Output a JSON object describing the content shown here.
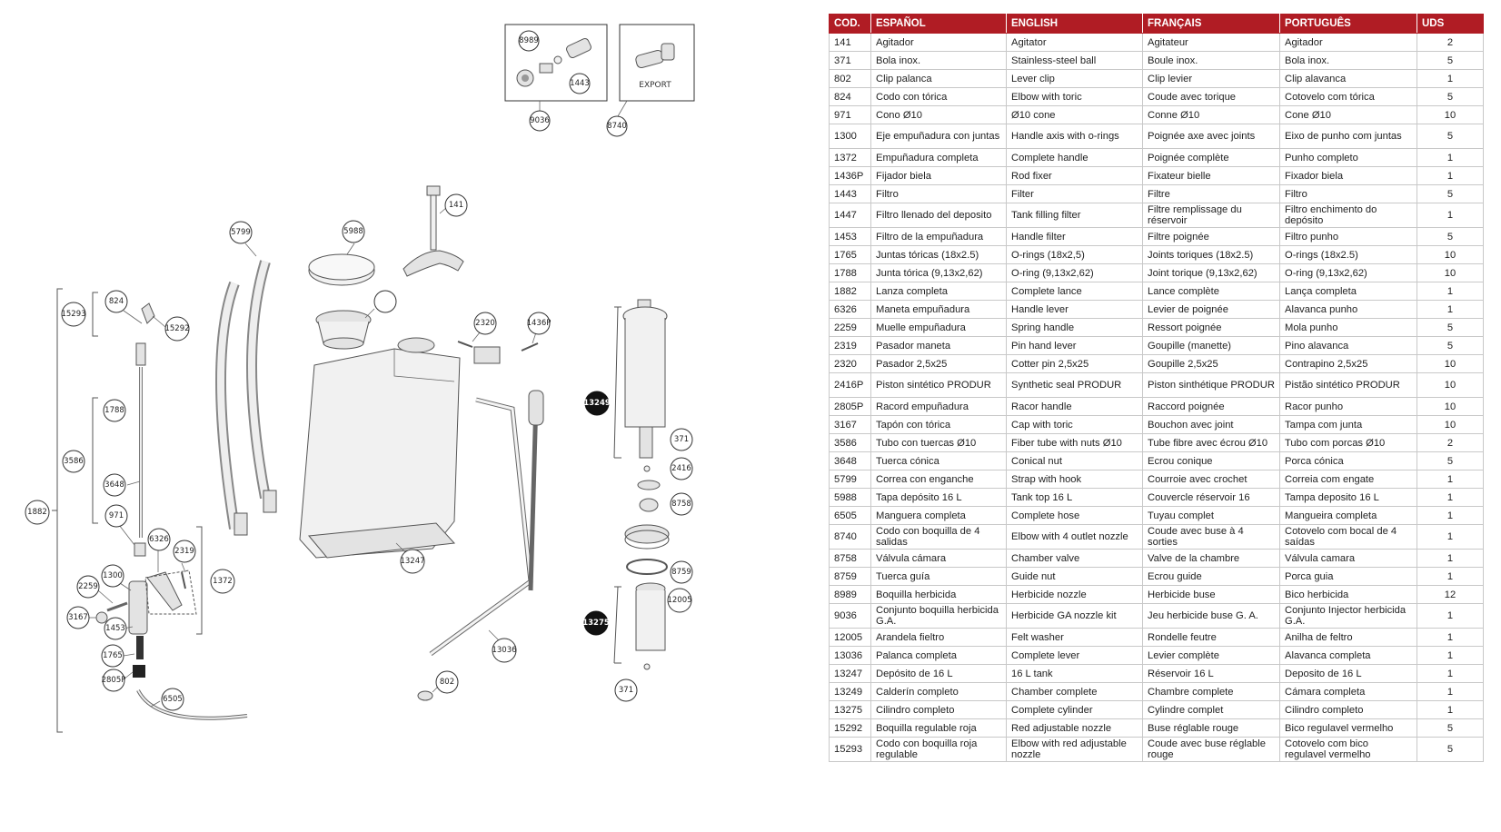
{
  "diagram": {
    "export_label": "EXPORT",
    "callouts": {
      "c8989": "8989",
      "c1443": "1443",
      "c9036": "9036",
      "c8740": "8740",
      "c141": "141",
      "c5799": "5799",
      "c5988": "5988",
      "c2320": "2320",
      "c1436p": "1436P",
      "c824": "824",
      "c15293": "15293",
      "c15292": "15292",
      "c1788": "1788",
      "c3586": "3586",
      "c3648": "3648",
      "c1882": "1882",
      "c971": "971",
      "c6326": "6326",
      "c2319": "2319",
      "c1372": "1372",
      "c2259": "2259",
      "c1300": "1300",
      "c3167": "3167",
      "c1453": "1453",
      "c1765": "1765",
      "c2805p": "2805P",
      "c6505": "6505",
      "c13247": "13247",
      "c13036": "13036",
      "c802": "802",
      "c13249": "13249",
      "c371a": "371",
      "c2416": "2416",
      "c8758": "8758",
      "c8759": "8759",
      "c12005": "12005",
      "c13275": "13275",
      "c371b": "371"
    }
  },
  "table": {
    "headers": [
      "COD.",
      "ESPAÑOL",
      "ENGLISH",
      "FRANÇAIS",
      "PORTUGUÊS",
      "UDS"
    ],
    "rows": [
      [
        "141",
        "Agitador",
        "Agitator",
        "Agitateur",
        "Agitador",
        "2"
      ],
      [
        "371",
        "Bola inox.",
        "Stainless-steel ball",
        "Boule inox.",
        "Bola inox.",
        "5"
      ],
      [
        "802",
        "Clip palanca",
        "Lever clip",
        "Clip levier",
        "Clip alavanca",
        "1"
      ],
      [
        "824",
        "Codo con tórica",
        "Elbow with toric",
        "Coude avec torique",
        "Cotovelo com tórica",
        "5"
      ],
      [
        "971",
        "Cono Ø10",
        "Ø10 cone",
        "Conne Ø10",
        "Cone Ø10",
        "10"
      ],
      [
        "1300",
        "Eje empuñadura con juntas",
        "Handle axis with o-rings",
        "Poignée axe avec joints",
        "Eixo de punho com juntas",
        "5"
      ],
      [
        "1372",
        "Empuñadura completa",
        "Complete handle",
        "Poignée complète",
        "Punho completo",
        "1"
      ],
      [
        "1436P",
        "Fijador biela",
        "Rod fixer",
        "Fixateur bielle",
        "Fixador biela",
        "1"
      ],
      [
        "1443",
        "Filtro",
        "Filter",
        "Filtre",
        "Filtro",
        "5"
      ],
      [
        "1447",
        "Filtro llenado del deposito",
        "Tank filling filter",
        "Filtre remplissage du réservoir",
        "Filtro enchimento do depósito",
        "1"
      ],
      [
        "1453",
        "Filtro de la empuñadura",
        "Handle filter",
        "Filtre poignée",
        "Filtro punho",
        "5"
      ],
      [
        "1765",
        "Juntas tóricas (18x2.5)",
        "O-rings (18x2,5)",
        "Joints toriques (18x2.5)",
        "O-rings (18x2.5)",
        "10"
      ],
      [
        "1788",
        "Junta tórica (9,13x2,62)",
        "O-ring (9,13x2,62)",
        "Joint torique (9,13x2,62)",
        "O-ring (9,13x2,62)",
        "10"
      ],
      [
        "1882",
        "Lanza completa",
        "Complete lance",
        "Lance complète",
        "Lança completa",
        "1"
      ],
      [
        "6326",
        "Maneta empuñadura",
        "Handle lever",
        "Levier de poignée",
        "Alavanca punho",
        "1"
      ],
      [
        "2259",
        "Muelle empuñadura",
        "Spring handle",
        "Ressort poignée",
        "Mola punho",
        "5"
      ],
      [
        "2319",
        "Pasador maneta",
        "Pin hand lever",
        "Goupille (manette)",
        "Pino alavanca",
        "5"
      ],
      [
        "2320",
        "Pasador 2,5x25",
        "Cotter pin 2,5x25",
        "Goupille 2,5x25",
        "Contrapino 2,5x25",
        "10"
      ],
      [
        "2416P",
        "Piston sintético PRODUR",
        "Synthetic seal PRODUR",
        "Piston sinthétique PRODUR",
        "Pistão sintético PRODUR",
        "10"
      ],
      [
        "2805P",
        "Racord empuñadura",
        "Racor handle",
        "Raccord poignée",
        "Racor punho",
        "10"
      ],
      [
        "3167",
        "Tapón con tórica",
        "Cap with toric",
        "Bouchon avec joint",
        "Tampa com junta",
        "10"
      ],
      [
        "3586",
        "Tubo con tuercas Ø10",
        "Fiber tube with nuts Ø10",
        "Tube fibre avec écrou Ø10",
        "Tubo com porcas Ø10",
        "2"
      ],
      [
        "3648",
        "Tuerca cónica",
        "Conical nut",
        "Ecrou conique",
        "Porca cónica",
        "5"
      ],
      [
        "5799",
        "Correa con enganche",
        "Strap with hook",
        "Courroie avec crochet",
        "Correia com engate",
        "1"
      ],
      [
        "5988",
        "Tapa depósito 16 L",
        "Tank top 16 L",
        "Couvercle réservoir 16",
        "Tampa deposito 16 L",
        "1"
      ],
      [
        "6505",
        "Manguera completa",
        "Complete hose",
        "Tuyau complet",
        "Mangueira completa",
        "1"
      ],
      [
        "8740",
        "Codo con boquilla de 4 salidas",
        "Elbow with 4 outlet nozzle",
        "Coude avec buse à 4 sorties",
        "Cotovelo com bocal de 4 saídas",
        "1"
      ],
      [
        "8758",
        "Válvula cámara",
        "Chamber valve",
        "Valve de la chambre",
        "Válvula camara",
        "1"
      ],
      [
        "8759",
        "Tuerca guía",
        "Guide nut",
        "Ecrou guide",
        "Porca guia",
        "1"
      ],
      [
        "8989",
        "Boquilla herbicida",
        "Herbicide nozzle",
        "Herbicide buse",
        "Bico herbicida",
        "12"
      ],
      [
        "9036",
        "Conjunto boquilla herbicida G.A.",
        "Herbicide GA nozzle kit",
        "Jeu herbicide buse G. A.",
        "Conjunto Injector herbicida G.A.",
        "1"
      ],
      [
        "12005",
        "Arandela fieltro",
        "Felt washer",
        "Rondelle feutre",
        "Anilha de feltro",
        "1"
      ],
      [
        "13036",
        "Palanca completa",
        "Complete lever",
        "Levier complète",
        "Alavanca completa",
        "1"
      ],
      [
        "13247",
        "Depósito de 16 L",
        "16 L tank",
        "Réservoir 16 L",
        "Deposito de 16 L",
        "1"
      ],
      [
        "13249",
        "Calderín  completo",
        "Chamber complete",
        "Chambre complete",
        "Cámara completa",
        "1"
      ],
      [
        "13275",
        "Cilindro  completo",
        "Complete cylinder",
        "Cylindre complet",
        "Cilindro completo",
        "1"
      ],
      [
        "15292",
        "Boquilla regulable roja",
        "Red adjustable nozzle",
        "Buse réglable rouge",
        "Bico regulavel vermelho",
        "5"
      ],
      [
        "15293",
        "Codo con boquilla roja regulable",
        "Elbow with red adjustable nozzle",
        "Coude avec buse réglable rouge",
        "Cotovelo com bico regulavel vermelho",
        "5"
      ]
    ]
  }
}
